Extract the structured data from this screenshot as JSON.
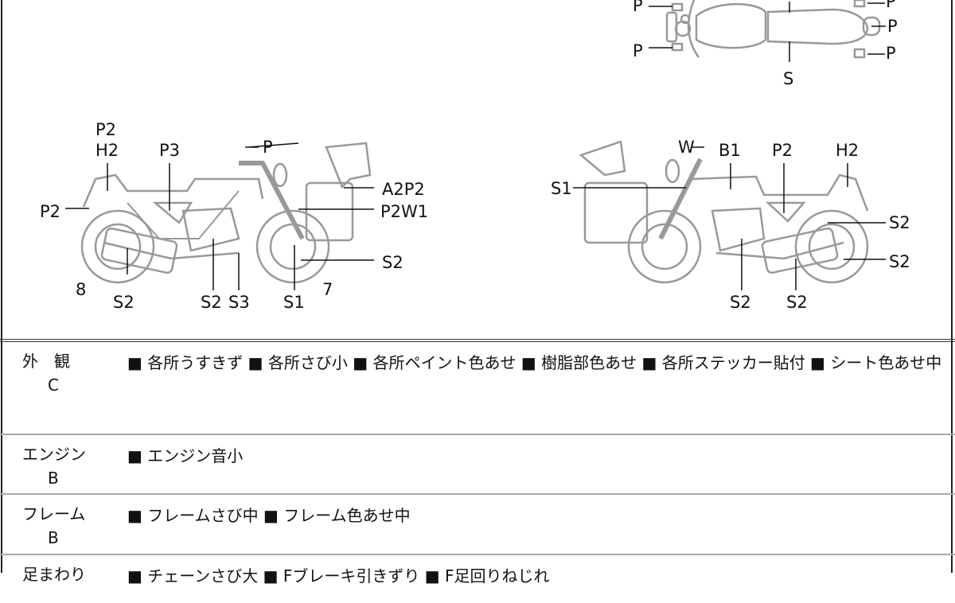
{
  "diagram": {
    "labels_left": [
      "P2",
      "H2",
      "P3",
      "P",
      "A2P2",
      "P2W1",
      "P2",
      "S2",
      "8",
      "S2",
      "S2",
      "S3",
      "S1",
      "7"
    ],
    "labels_right": [
      "W",
      "B1",
      "P2",
      "H2",
      "S1",
      "S2",
      "S2",
      "S2",
      "S2"
    ],
    "labels_top": [
      "P",
      "P",
      "P",
      "P",
      "P",
      "S"
    ]
  },
  "table": {
    "rows": [
      {
        "name": "外　観",
        "grade": "C",
        "text": "■ 各所うすきず ■ 各所さび小 ■ 各所ペイント色あせ ■ 樹脂部色あせ ■ 各所ステッカー貼付 ■ シート色あせ中"
      },
      {
        "name": "エンジン",
        "grade": "B",
        "text": "■ エンジン音小"
      },
      {
        "name": "フレーム",
        "grade": "B",
        "text": "■ フレームさび中 ■ フレーム色あせ中"
      },
      {
        "name": "足まわり",
        "grade": "",
        "text": "■ チェーンさび大 ■ Fブレーキ引きずり ■ F足回りねじれ"
      }
    ]
  }
}
